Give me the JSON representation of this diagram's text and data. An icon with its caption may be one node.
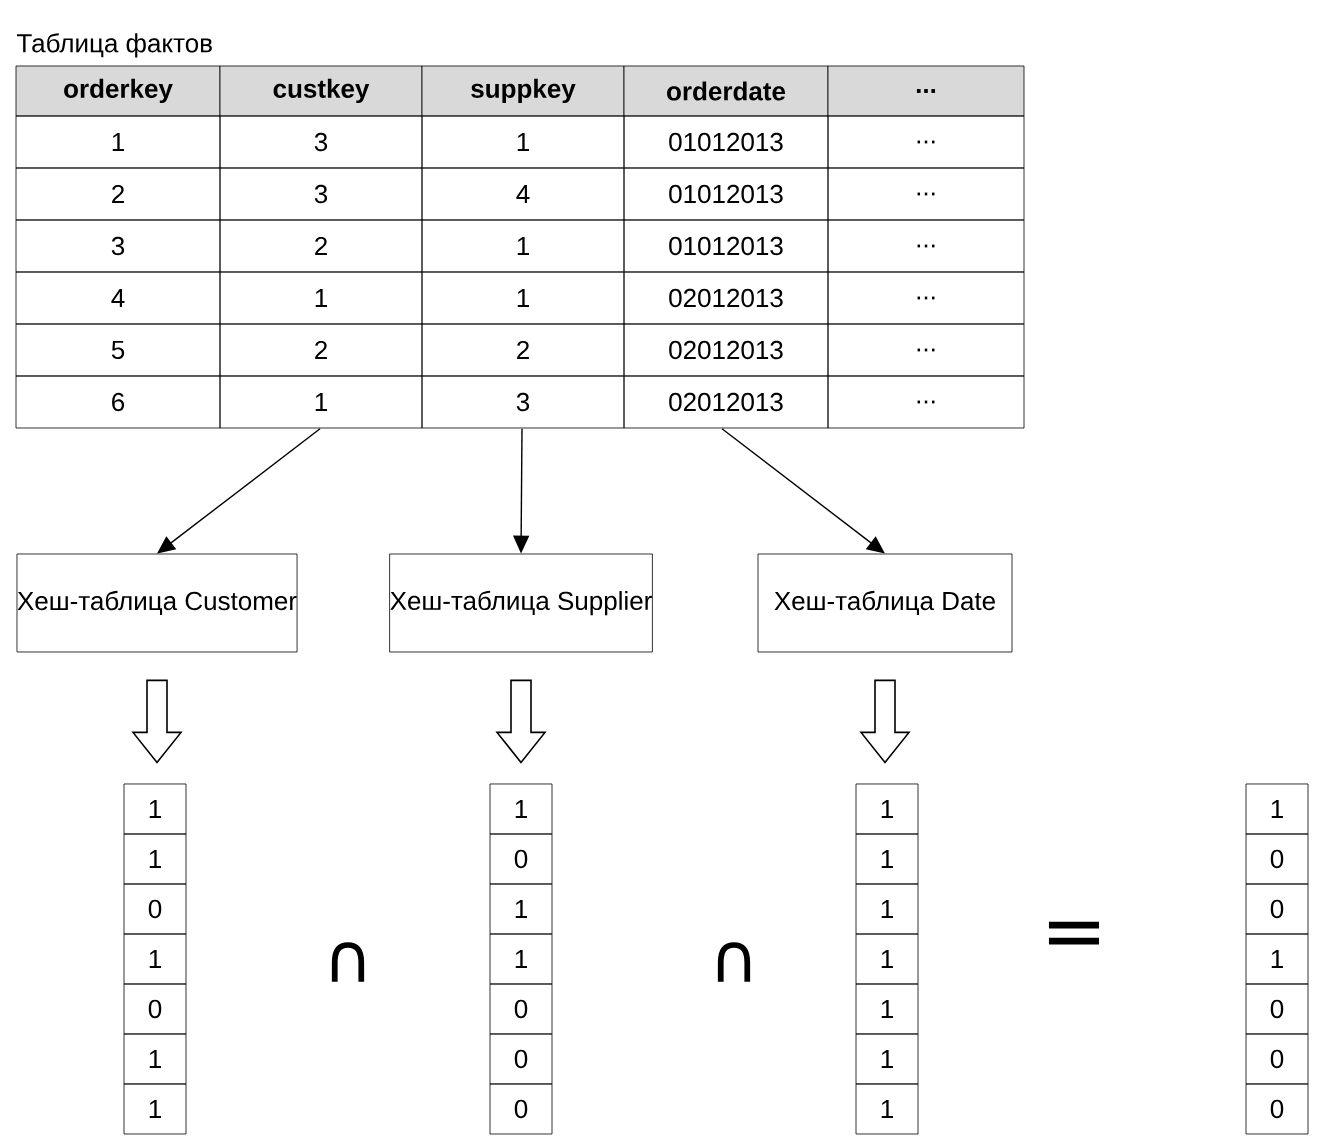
{
  "diagram": {
    "nodes": [
      {
        "text": [
          "Таблица фактов"
        ]
      },
      {
        "text": [
          "Хеш-таблица Customer"
        ]
      },
      {
        "text": [
          "Хеш-таблица Supplier"
        ]
      },
      {
        "text": [
          "Хеш-таблица Date"
        ]
      },
      {
        "text": [
          "1",
          "1",
          "0",
          "1",
          "0",
          "1",
          "1"
        ]
      },
      {
        "text": [
          "1",
          "0",
          "1",
          "1",
          "0",
          "0",
          "0"
        ]
      },
      {
        "text": [
          "1",
          "1",
          "1",
          "1",
          "1",
          "1",
          "1"
        ]
      },
      {
        "text": [
          "1",
          "0",
          "0",
          "1",
          "0",
          "0",
          "0"
        ]
      }
    ],
    "edges": [
      {
        "from": 0,
        "to": 1,
        "arrow": "to"
      },
      {
        "from": 0,
        "to": 2,
        "arrow": "to"
      },
      {
        "from": 0,
        "to": 3,
        "arrow": "to"
      },
      {
        "from": 1,
        "to": 4,
        "arrow": "to"
      },
      {
        "from": 2,
        "to": 5,
        "arrow": "to"
      },
      {
        "from": 3,
        "to": 6,
        "arrow": "to"
      }
    ],
    "labels": [
      "orderkey",
      "custkey",
      "suppkey",
      "orderdate",
      "...",
      "1",
      "3",
      "1",
      "01012013",
      "...",
      "2",
      "3",
      "4",
      "01012013",
      "...",
      "3",
      "2",
      "1",
      "01012013",
      "...",
      "4",
      "1",
      "1",
      "02012013",
      "...",
      "5",
      "2",
      "2",
      "02012013",
      "...",
      "6",
      "1",
      "3",
      "02012013",
      "...",
      "∩",
      "∩",
      "="
    ]
  }
}
